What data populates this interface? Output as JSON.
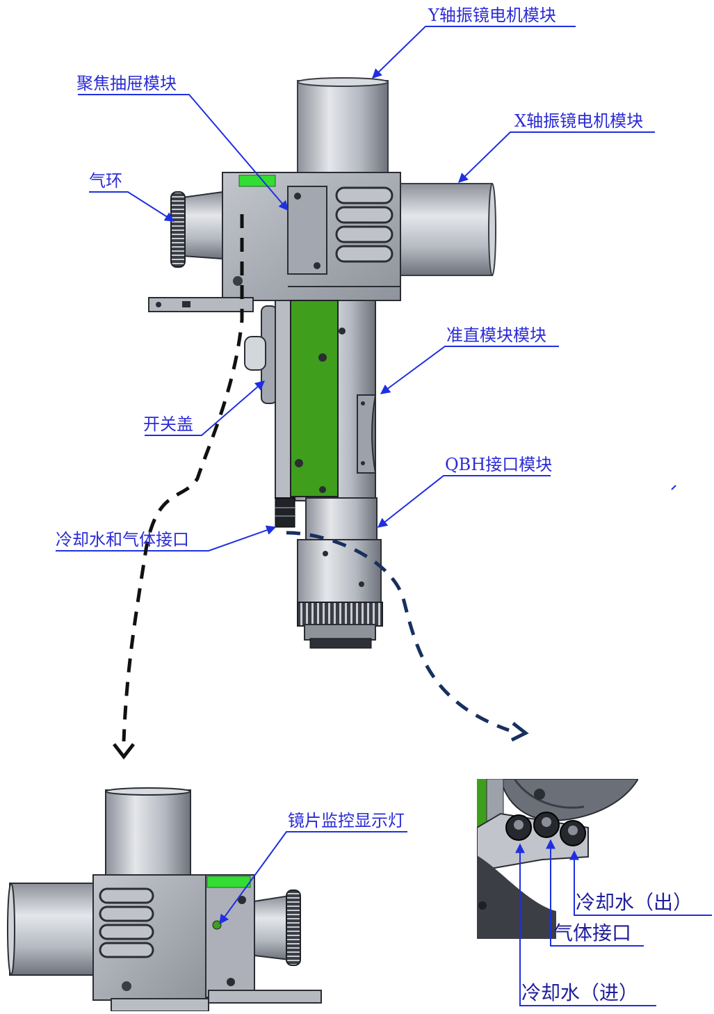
{
  "callouts": {
    "y_galvo_motor": "Y轴振镜电机模块",
    "focus_drawer": "聚焦抽屉模块",
    "x_galvo_motor": "X轴振镜电机模块",
    "gas_ring": "气环",
    "collimation_module": "准直模块模块",
    "switch_cover": "开关盖",
    "qbh_interface": "QBH接口模块",
    "coolant_gas_port": "冷却水和气体接口",
    "lens_monitor_light": "镜片监控显示灯",
    "coolant_out": "冷却水（出）",
    "gas_port": "气体接口",
    "coolant_in": "冷却水（进）"
  },
  "colors": {
    "leader": "#1f2fe0",
    "body_gray": "#a9adb6",
    "body_dark": "#2a2d33",
    "green_panel": "#3f9f1c",
    "green_tab": "#33dd33",
    "dash_black": "#111111",
    "dash_navy": "#17305e"
  }
}
